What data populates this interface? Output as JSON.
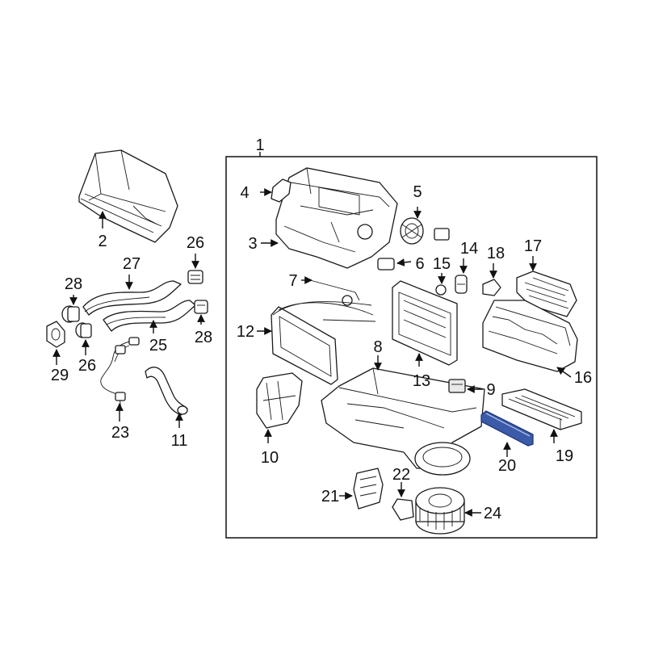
{
  "callouts": {
    "c1": "1",
    "c2": "2",
    "c3": "3",
    "c4": "4",
    "c5": "5",
    "c6": "6",
    "c7": "7",
    "c8": "8",
    "c9": "9",
    "c10": "10",
    "c11": "11",
    "c12": "12",
    "c13": "13",
    "c14": "14",
    "c15": "15",
    "c16": "16",
    "c17": "17",
    "c18": "18",
    "c19": "19",
    "c20": "20",
    "c21": "21",
    "c22": "22",
    "c23": "23",
    "c24": "24",
    "c25": "25",
    "c26a": "26",
    "c26b": "26",
    "c27": "27",
    "c28a": "28",
    "c28b": "28",
    "c29": "29"
  },
  "colors": {
    "highlight_part": "#3b5ba9",
    "line": "#1a1a1a",
    "background": "#ffffff"
  }
}
